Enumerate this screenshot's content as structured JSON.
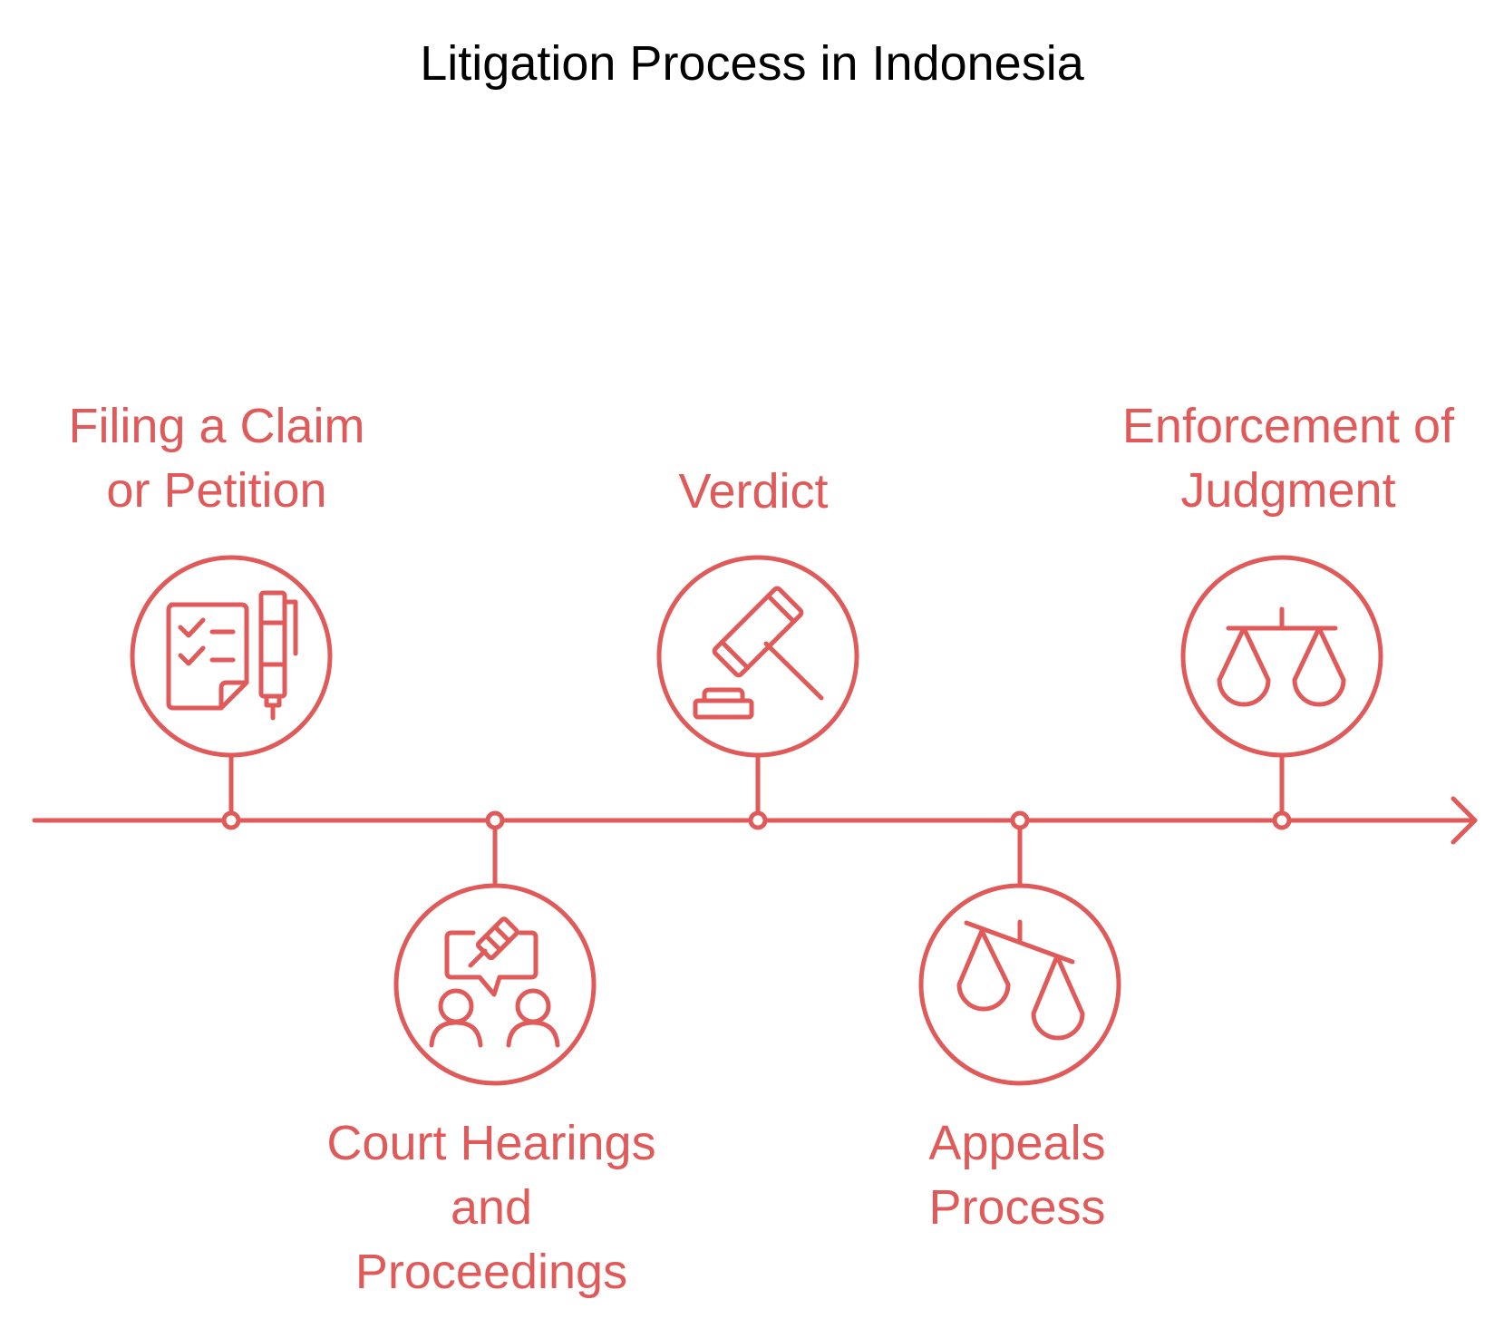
{
  "title": "Litigation Process in Indonesia",
  "colors": {
    "accent": "#e05a5a",
    "title": "#000000",
    "background": "#ffffff"
  },
  "steps": [
    {
      "lines": [
        "Filing a Claim",
        "or Petition"
      ],
      "icon": "document-checklist-pen-icon",
      "position": "above"
    },
    {
      "lines": [
        "Court Hearings",
        "and",
        "Proceedings"
      ],
      "icon": "hearing-discussion-icon",
      "position": "below"
    },
    {
      "lines": [
        "Verdict"
      ],
      "icon": "gavel-icon",
      "position": "above"
    },
    {
      "lines": [
        "Appeals",
        "Process"
      ],
      "icon": "tilted-scales-icon",
      "position": "below"
    },
    {
      "lines": [
        "Enforcement of",
        "Judgment"
      ],
      "icon": "balanced-scales-icon",
      "position": "above"
    }
  ]
}
